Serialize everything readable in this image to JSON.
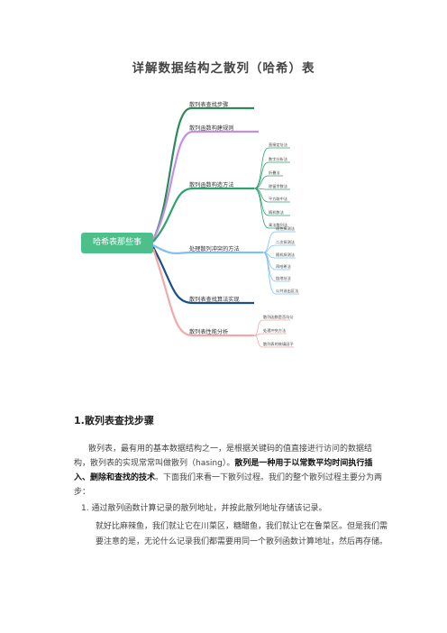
{
  "doc": {
    "title": "详解数据结构之散列（哈希）表"
  },
  "mindmap": {
    "root": "哈希表那些事",
    "branches": [
      {
        "label": "散列表查找步骤",
        "color": "#2c8a5a"
      },
      {
        "label": "散列函数构建规则",
        "color": "#c38ee6"
      },
      {
        "label": "散列函数构造方法",
        "color": "#2ca36e",
        "leaves": [
          "直接定址法",
          "数字分析法",
          "折叠法",
          "除留余数法",
          "平方取中法",
          "随机数法",
          "乘法散列法"
        ]
      },
      {
        "label": "处理散列冲突的方法",
        "color": "#7fc0f2",
        "leaves": [
          "线性探测法",
          "二次探测法",
          "随机探测法",
          "再哈希法",
          "链地址法",
          "公共溢出区法"
        ]
      },
      {
        "label": "散列表查找算法实现",
        "color": "#1d4e89"
      },
      {
        "label": "散列表性能分析",
        "color": "#f2a8a8",
        "leaves": [
          "散列函数是否均匀",
          "处理冲突方法",
          "散列表的装填因子"
        ]
      }
    ]
  },
  "section1": {
    "heading": "1.散列表查找步骤",
    "para_a": "散列表，最有用的基本数据结构之一，是根据关键码的值直接进行访问的数据结构，散列表的实现常常叫做散列（hasing）。",
    "para_bold": "散列是一种用于以常数平均时间执行插入、删除和查找的技术",
    "para_b": "。下面我们来看一下散列过程。我们的整个散列过程主要分为两步：",
    "item1": "1. 通过散列函数计算记录的散列地址，并按此散列地址存储该记录。",
    "sub": "就好比麻辣鱼，我们就让它在川菜区，糖醋鱼，我们就让它在鲁菜区。但是我们需要注意的是，无论什么记录我们都需要用同一个散列函数计算地址，然后再存储。"
  }
}
